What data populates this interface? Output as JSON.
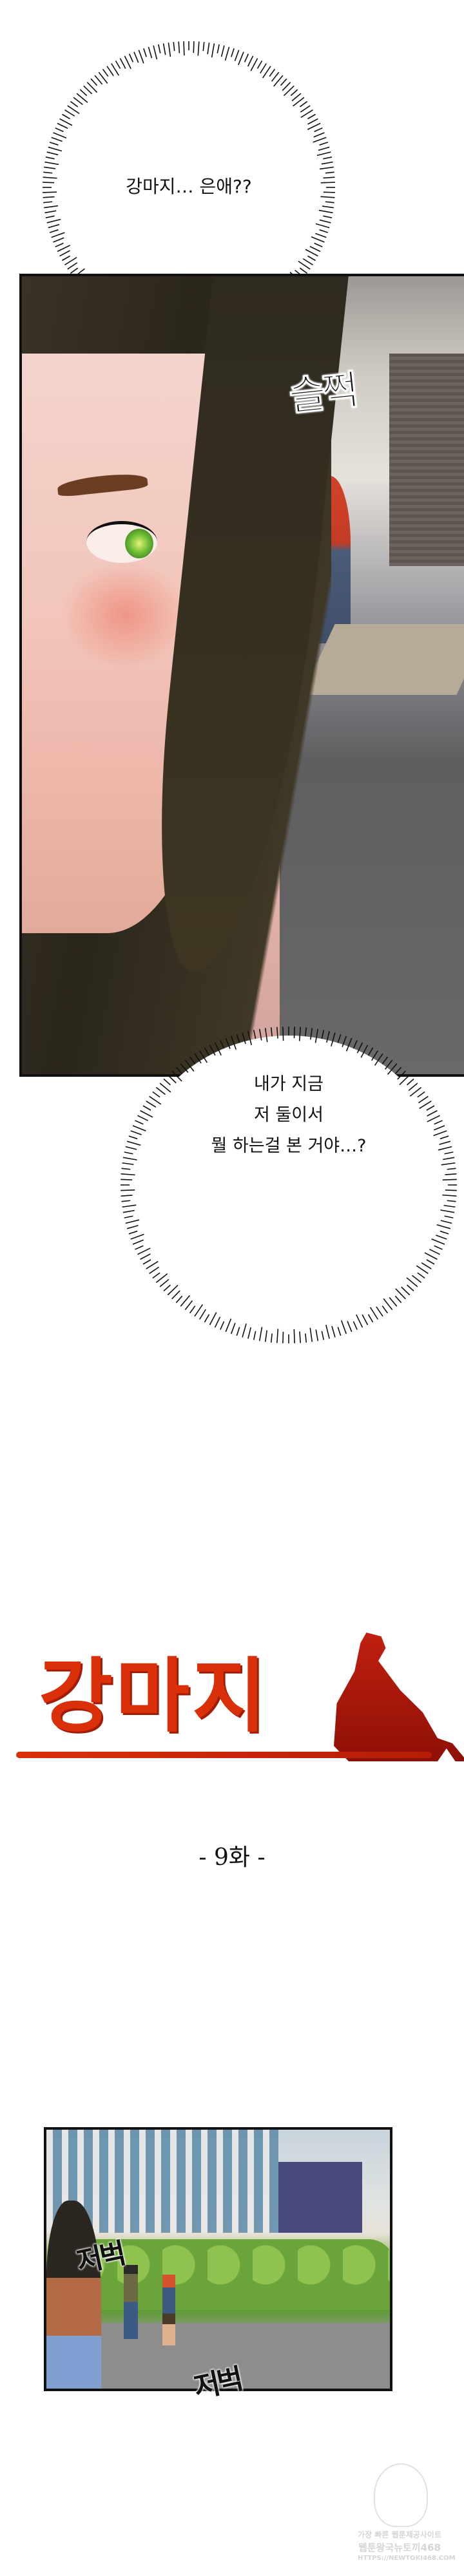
{
  "bubble1": {
    "text": "강마지… 은애??"
  },
  "panel1": {
    "sfx": "슬쩍"
  },
  "bubble2": {
    "lines": [
      "내가 지금",
      "저 둘이서",
      "뭘 하는걸 본 거야…?"
    ]
  },
  "title_logo": {
    "text": "강마지",
    "color": "#d9300a"
  },
  "episode": {
    "label": "- 9화 -"
  },
  "panel2": {
    "sfx": [
      "저벅",
      "저벅"
    ]
  },
  "watermark": {
    "lines": [
      "가장 빠른 웹툰제공사이트",
      "웹툰왕국뉴토끼468",
      "HTTPS://NEWTOKI468.COM"
    ]
  }
}
